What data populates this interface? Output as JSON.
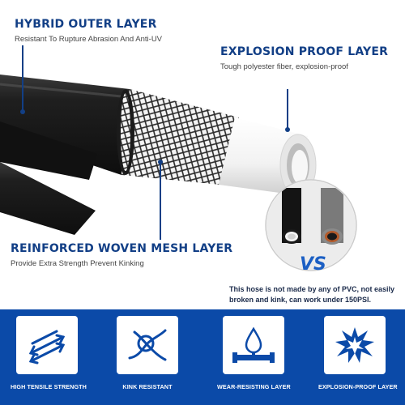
{
  "labels": {
    "outer": {
      "title": "HYBRID OUTER LAYER",
      "subtitle": "Resistant To Rupture Abrasion And Anti-UV"
    },
    "explosion": {
      "title": "EXPLOSION PROOF LAYER",
      "subtitle": "Tough polyester fiber, explosion-proof"
    },
    "mesh": {
      "title": "REINFORCED WOVEN MESH LAYER",
      "subtitle": "Provide Extra Strength Prevent Kinking"
    }
  },
  "comparison": {
    "vs_text": "VS",
    "note": "This hose is not made by any of PVC, not easily broken and kink, can work under 150PSI."
  },
  "features": [
    {
      "label": "HIGH TENSILE STRENGTH",
      "icon": "tensile-arrows-icon"
    },
    {
      "label": "KINK RESISTANT",
      "icon": "knot-icon"
    },
    {
      "label": "WEAR-RESISTING LAYER",
      "icon": "water-drop-pipe-icon"
    },
    {
      "label": "EXPLOSION-PROOF LAYER",
      "icon": "explosion-icon"
    }
  ],
  "colors": {
    "brand_blue": "#0b4aa8",
    "title_blue": "#123f86",
    "vs_blue": "#1b5fc4",
    "hose_black": "#1b1b1b",
    "inner_white": "#ffffff"
  }
}
